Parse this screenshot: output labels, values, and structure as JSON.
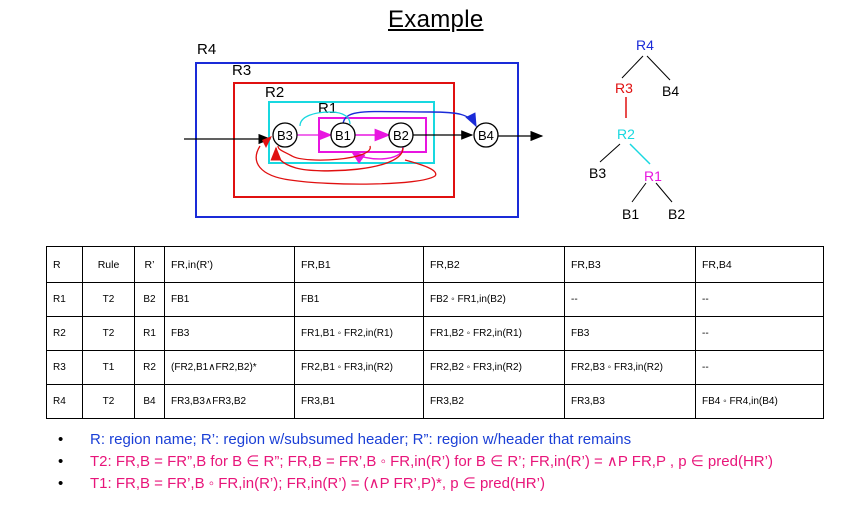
{
  "title": "Example",
  "diagram": {
    "region_labels": [
      "R4",
      "R3",
      "R2",
      "R1"
    ],
    "nodes": [
      "B3",
      "B1",
      "B2",
      "B4"
    ],
    "colors": {
      "R4": "#1a2bd8",
      "R3": "#e01010",
      "R2": "#18d8e0",
      "R1": "#e815e0",
      "arrow": "#1a2bd8"
    }
  },
  "tree": {
    "nodes": [
      "R4",
      "R3",
      "B4",
      "R2",
      "B3",
      "R1",
      "B1",
      "B2"
    ],
    "colors": {
      "R4": "#000000",
      "R3": "#e01010",
      "R2": "#18d8e0",
      "R1": "#e815e0"
    }
  },
  "table": {
    "headers": [
      "R",
      "Rule",
      "R’",
      "FR,in(R’)",
      "FR,B1",
      "FR,B2",
      "FR,B3",
      "FR,B4"
    ],
    "rows": [
      [
        "R1",
        "T2",
        "B2",
        "FB1",
        "FB1",
        "FB2 ◦ FR1,in(B2)",
        "--",
        "--"
      ],
      [
        "R2",
        "T2",
        "R1",
        "FB3",
        "FR1,B1 ◦ FR2,in(R1)",
        "FR1,B2 ◦ FR2,in(R1)",
        "FB3",
        "--"
      ],
      [
        "R3",
        "T1",
        "R2",
        "(FR2,B1∧FR2,B2)*",
        "FR2,B1 ◦ FR3,in(R2)",
        "FR2,B2 ◦ FR3,in(R2)",
        "FR2,B3 ◦ FR3,in(R2)",
        "--"
      ],
      [
        "R4",
        "T2",
        "B4",
        "FR3,B3∧FR3,B2",
        "FR3,B1",
        "FR3,B2",
        "FR3,B3",
        "FB4 ◦ FR4,in(B4)"
      ]
    ]
  },
  "notes": [
    "R: region name;  R’: region w/subsumed header;  R”: region w/header that remains",
    "T2: FR,B = FR”,B for B ∈ R”;  FR,B = FR’,B ◦ FR,in(R’) for B ∈ R’;  FR,in(R’) = ∧P FR,P , p ∈ pred(HR’)",
    "T1: FR,B = FR’,B ◦ FR,in(R’);  FR,in(R’)  = (∧P FR’,P)*, p ∈ pred(HR’)"
  ]
}
